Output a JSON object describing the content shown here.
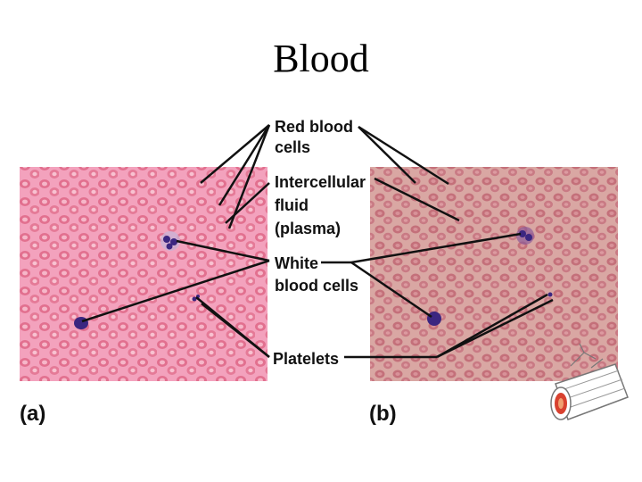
{
  "title": "Blood",
  "labels": {
    "red_blood_cells_1": "Red blood",
    "red_blood_cells_2": "cells",
    "intercellular_1": "Intercellular",
    "intercellular_2": "fluid",
    "intercellular_3": "(plasma)",
    "white_1": "White",
    "white_2": "blood cells",
    "platelets": "Platelets"
  },
  "panels": {
    "a": "(a)",
    "b": "(b)"
  },
  "colors": {
    "panel_a_background": "#f3a2bd",
    "panel_a_cell": "#e2708f",
    "panel_b_background": "#d9a7a3",
    "panel_b_cell": "#c4707a",
    "white_cell": "#3b2680",
    "leader_line": "#111111"
  }
}
